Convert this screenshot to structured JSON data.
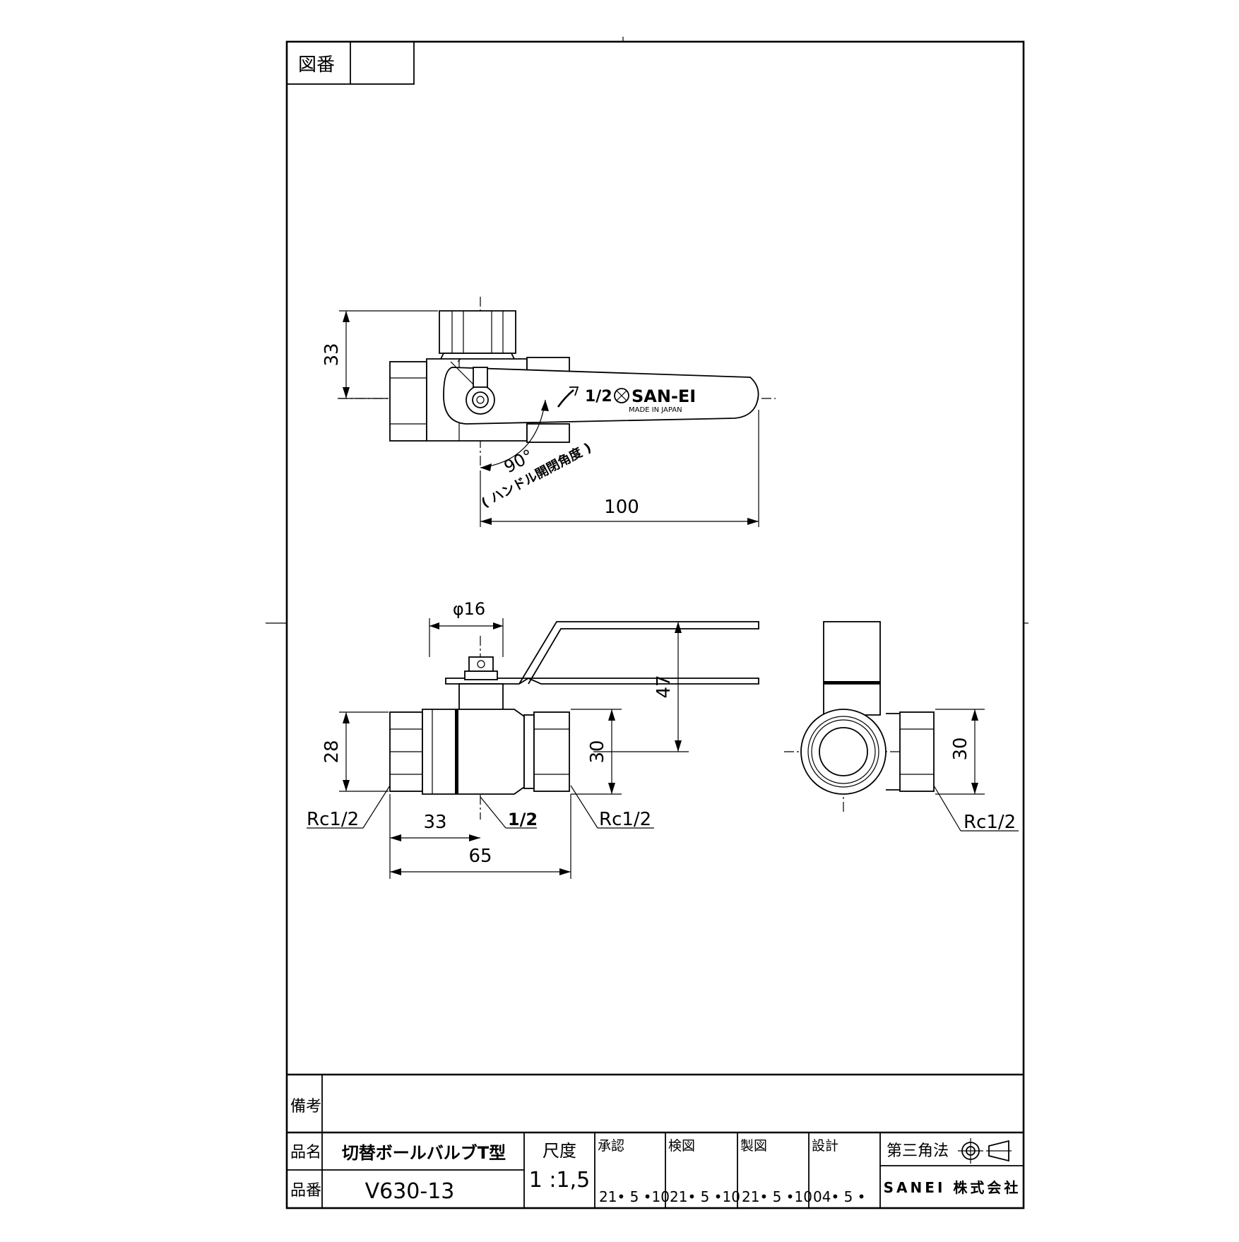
{
  "title_block": {
    "drawing_number_label": "図番",
    "drawing_number_value": "",
    "remarks_label": "備考",
    "name_label": "品名",
    "name_value": "切替ボールバルブT型",
    "part_no_label": "品番",
    "part_no_value": "V630-13",
    "scale_label": "尺度",
    "scale_value": "1 :1,5",
    "approval_label": "承認",
    "approval_date": "21• 5 •10",
    "check_label": "検図",
    "check_date": "21• 5 •10",
    "draft_label": "製図",
    "draft_date": "21• 5 •10",
    "design_label": "設計",
    "design_date": "04• 5 •",
    "projection_label": "第三角法",
    "company": "SANEI 株式会社"
  },
  "top_view": {
    "dim_height": "33",
    "dim_length": "100",
    "angle": "90°",
    "angle_note": "( ハンドル開閉角度 )",
    "handle_size": "1/2",
    "handle_brand": "SAN-EI",
    "handle_origin": "MADE IN JAPAN"
  },
  "front_view": {
    "dim_diameter": "φ16",
    "dim_handle_height": "47",
    "dim_left_height": "28",
    "dim_right_height": "30",
    "thread_left": "Rc1/2",
    "thread_right": "Rc1/2",
    "dim_center": "33",
    "size_mark": "1/2",
    "dim_total": "65"
  },
  "side_view": {
    "dim_height": "30",
    "thread": "Rc1/2"
  }
}
